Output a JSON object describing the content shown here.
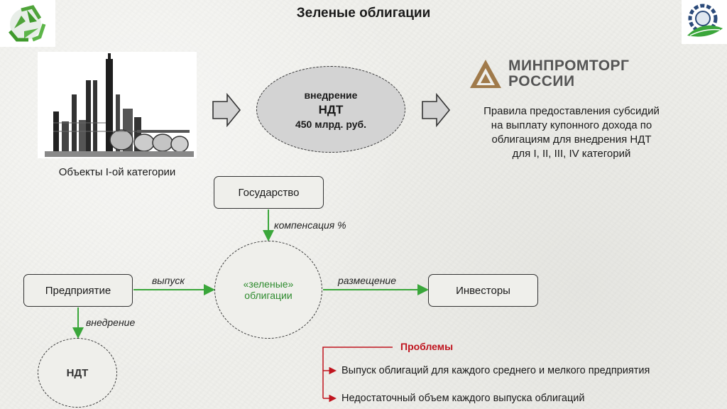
{
  "title": "Зеленые облигации",
  "left_caption": "Объекты I-ой категории",
  "ndt_top": {
    "line1": "внедрение",
    "line2": "НДТ",
    "line3": "450 млрд. руб."
  },
  "minpromtorg": {
    "line1": "МИНПРОМТОРГ",
    "line2": "РОССИИ"
  },
  "rules_text": [
    "Правила предоставления субсидий",
    "на выплату купонного дохода по",
    "облигациям для внедрения НДТ",
    "для I, II, III, IV категорий"
  ],
  "nodes": {
    "state": "Государство",
    "enterprise": "Предприятие",
    "investors": "Инвесторы",
    "green_bonds_line1": "«зеленые»",
    "green_bonds_line2": "облигации",
    "ndt_bottom": "НДТ"
  },
  "edges": {
    "compensation": "компенсация %",
    "issue": "выпуск",
    "placement": "размещение",
    "implementation": "внедрение"
  },
  "problems": {
    "title": "Проблемы",
    "items": [
      "Выпуск облигаций для каждого среднего и мелкого предприятия",
      "Недостаточный объем каждого выпуска облигаций"
    ]
  },
  "colors": {
    "green_arrow": "#3aa63a",
    "problem_red": "#c0141e",
    "green_text": "#2e8b2e"
  },
  "icons": {
    "left_logo": "recycle-icon",
    "right_logo": "gear-leaf-icon",
    "big_arrows": "block-arrow-right-icon"
  }
}
